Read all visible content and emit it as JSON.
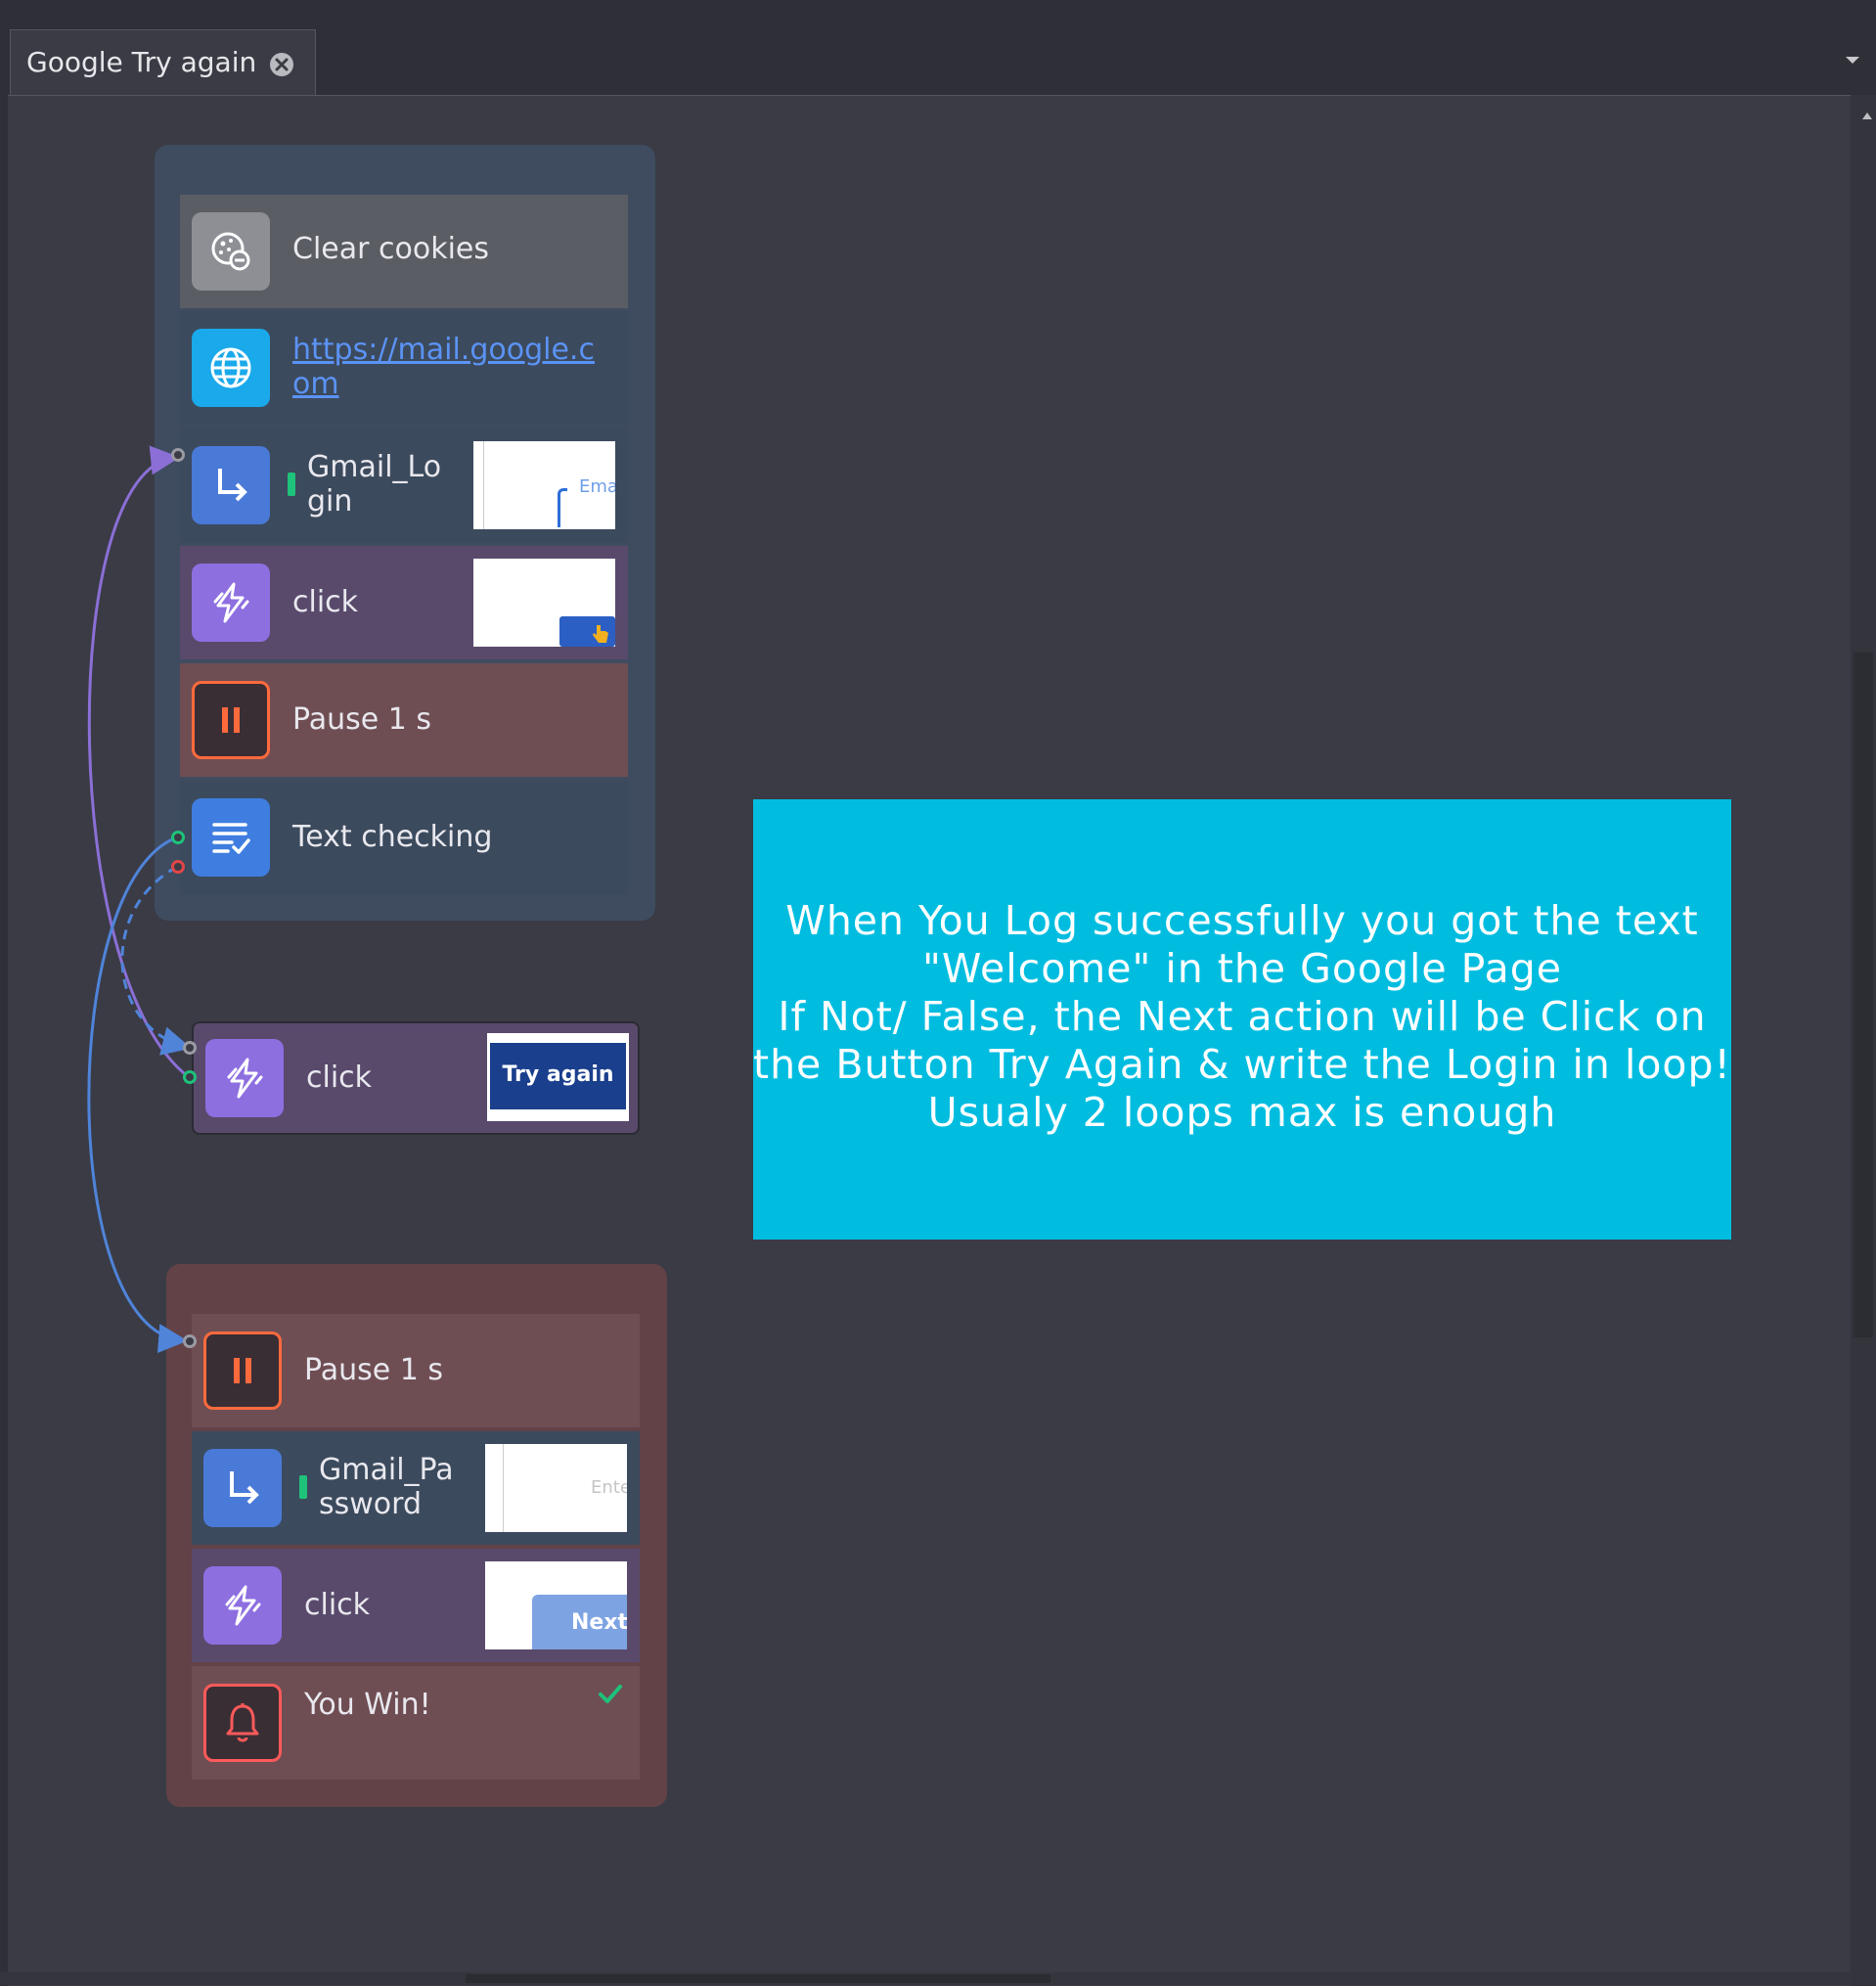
{
  "tab": {
    "title": "Google Try again"
  },
  "groups": {
    "main": {
      "blocks": [
        {
          "label": "Clear cookies"
        },
        {
          "label": "https://mail.google.com"
        },
        {
          "label": "Gmail_Login",
          "thumb_text": "Ema"
        },
        {
          "label": "click"
        },
        {
          "label": "Pause 1 s"
        },
        {
          "label": "Text checking"
        }
      ]
    },
    "retry": {
      "blocks": [
        {
          "label": "click",
          "thumb_text": "Try again"
        }
      ]
    },
    "success": {
      "blocks": [
        {
          "label": "Pause 1 s"
        },
        {
          "label": "Gmail_Password",
          "thumb_text": "Ente"
        },
        {
          "label": "click",
          "thumb_text": "Next"
        },
        {
          "label": "You Win!"
        }
      ]
    }
  },
  "note": {
    "text": "When You Log successfully you got the text\n\"Welcome\" in the Google Page\nIf Not/ False, the Next action will be Click on\nthe Button Try Again & write the Login in loop!\nUsualy 2 loops max is enough"
  },
  "colors": {
    "group_main": "#3f4c60",
    "group_success": "#624247",
    "note_bg": "#00bde0",
    "block_clear": "#5a5d63",
    "block_url": "#3c4a5d",
    "block_click": "#594a6c",
    "block_pause": "#6f4e53",
    "link_purple": "#8b6fd6",
    "link_blue": "#4f84d9"
  },
  "icons": {
    "clear_cookies": "cookie-icon",
    "url": "globe-icon",
    "login": "arrow-return-icon",
    "click": "lightning-icon",
    "pause": "pause-icon",
    "text_check": "text-check-icon",
    "notify": "bell-icon",
    "success": "check-icon",
    "tab_close": "close-circle-icon"
  }
}
